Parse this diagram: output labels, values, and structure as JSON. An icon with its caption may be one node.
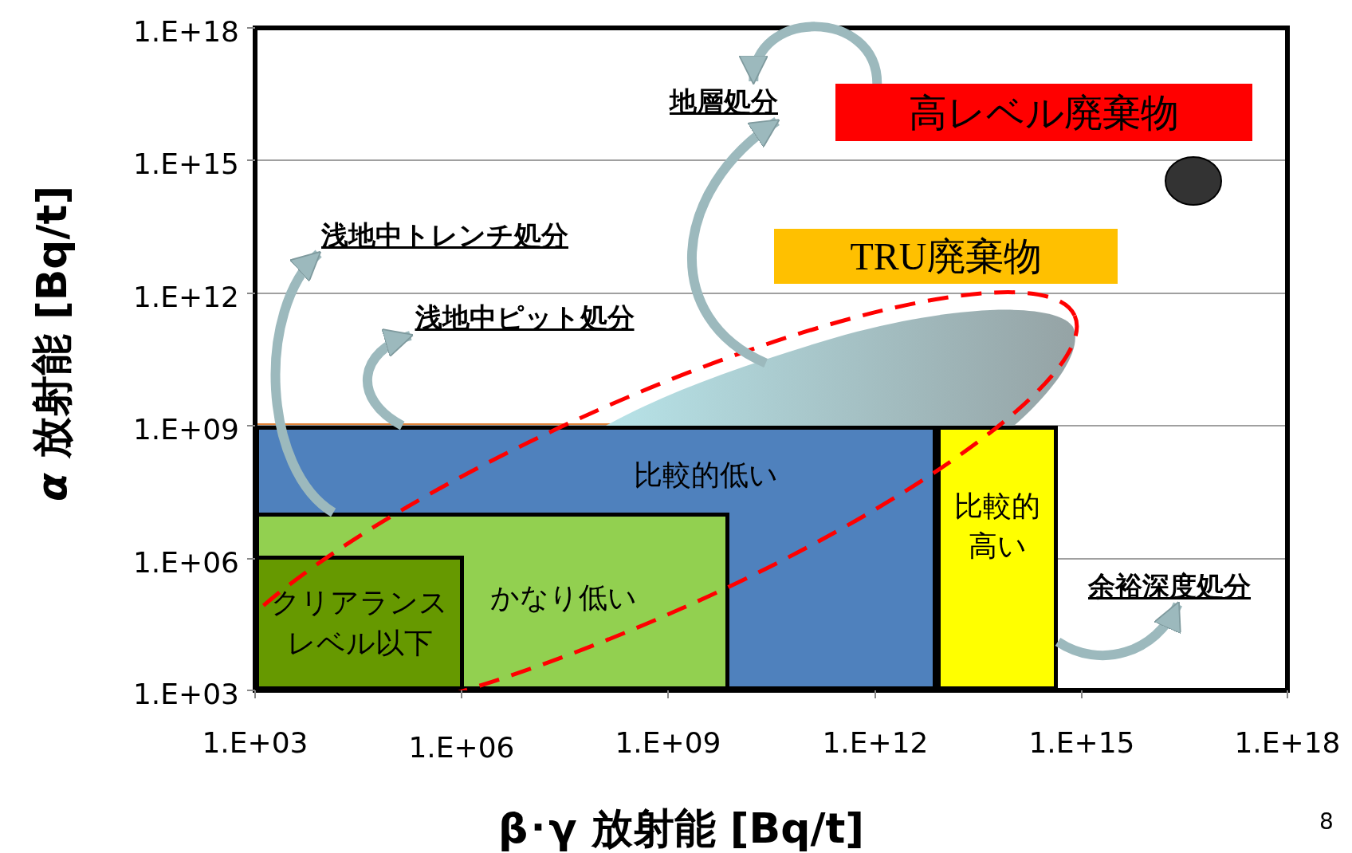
{
  "diagram": {
    "nodes": [
      {
        "text": [
          "地層処分"
        ]
      },
      {
        "text": [
          "高レベル廃棄物"
        ]
      },
      {
        "text": [],
        "shape": "circle"
      },
      {
        "text": [
          "浅地中トレンチ処分"
        ]
      },
      {
        "text": [
          "TRU廃棄物"
        ]
      },
      {
        "text": [
          "浅地中ピット処分"
        ]
      },
      {
        "text": [],
        "shape": "blob"
      },
      {
        "text": [
          "比較的低い"
        ]
      },
      {
        "text": [
          "かなり低い"
        ],
        "in": 7
      },
      {
        "text": [
          "クリアランスレベル以下"
        ],
        "in": 8
      },
      {
        "text": [
          "比較的高い"
        ]
      },
      {
        "text": [
          "余裕深度処分"
        ]
      }
    ],
    "edges": [
      {
        "from": 8,
        "to": 3,
        "arrow": "to"
      },
      {
        "from": 7,
        "to": 5,
        "arrow": "to"
      },
      {
        "from": 6,
        "to": 0,
        "arrow": "to"
      },
      {
        "from": 1,
        "to": 0,
        "arrow": "to"
      },
      {
        "from": 10,
        "to": 11,
        "arrow": "to"
      }
    ],
    "labels": [
      "1.E+18",
      "1.E+15",
      "1.E+12",
      "1.E+09",
      "1.E+06",
      "1.E+03",
      "1.E+03",
      "1.E+06",
      "1.E+09",
      "1.E+12",
      "1.E+15",
      "1.E+18",
      "*α* 放射能 [Bq/t]",
      "β･γ 放射能 [Bq/t]",
      "8"
    ]
  }
}
